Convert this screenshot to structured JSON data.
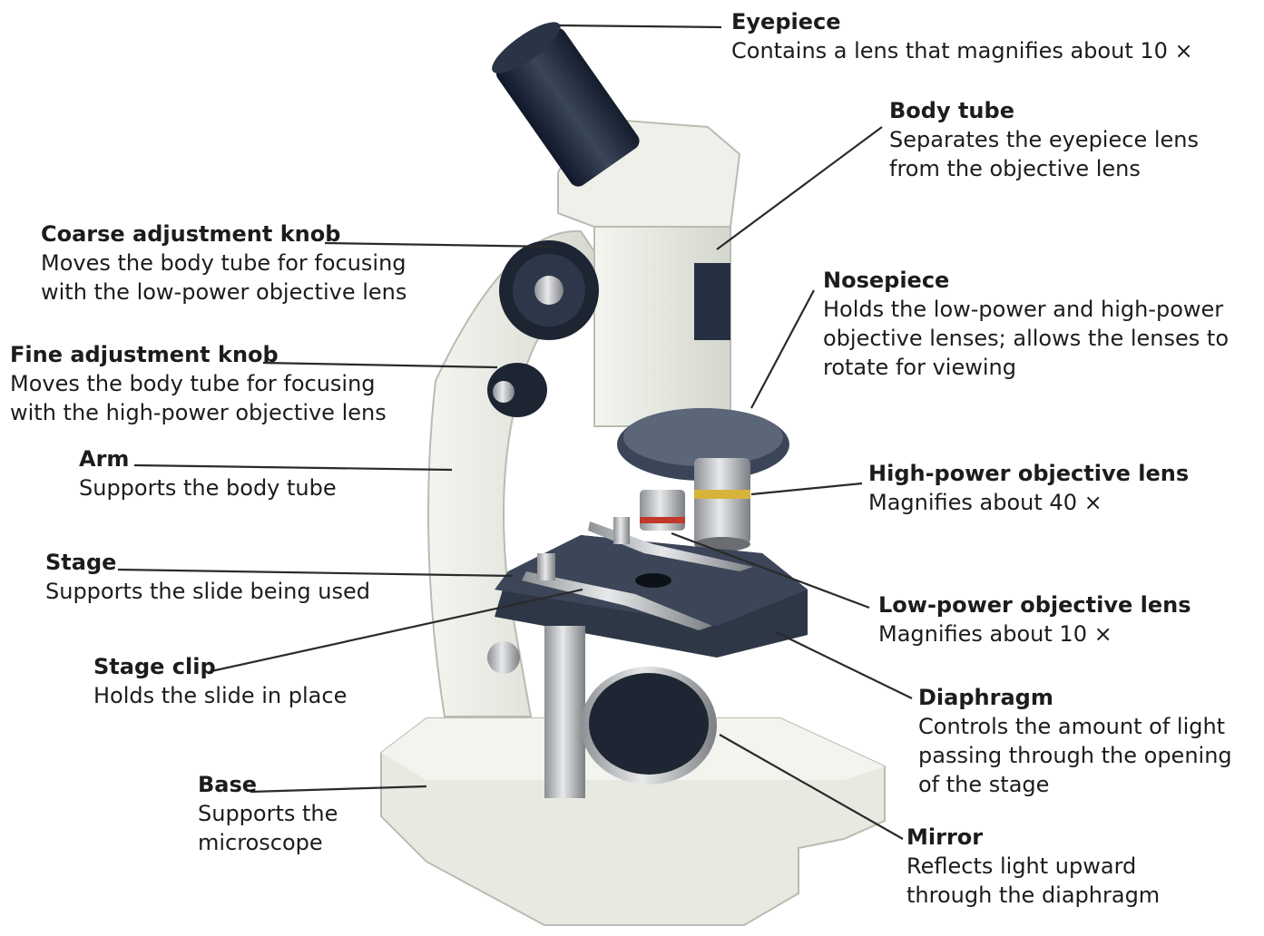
{
  "labels": {
    "eyepiece": {
      "title": "Eyepiece",
      "desc": [
        "Contains a lens that magnifies about 10 ×"
      ]
    },
    "body_tube": {
      "title": "Body tube",
      "desc": [
        "Separates the eyepiece lens",
        "from the objective lens"
      ]
    },
    "coarse": {
      "title": "Coarse adjustment knob",
      "desc": [
        "Moves the body tube for focusing",
        "with the low-power objective lens"
      ]
    },
    "nosepiece": {
      "title": "Nosepiece",
      "desc": [
        "Holds the low-power and high-power",
        "objective lenses; allows the lenses to",
        "rotate for viewing"
      ]
    },
    "fine": {
      "title": "Fine adjustment knob",
      "desc": [
        "Moves the body tube for focusing",
        "with the high-power objective lens"
      ]
    },
    "arm": {
      "title": "Arm",
      "desc": [
        "Supports the body tube"
      ]
    },
    "high_power": {
      "title": "High-power objective lens",
      "desc": [
        "Magnifies about 40 ×"
      ]
    },
    "stage": {
      "title": "Stage",
      "desc": [
        "Supports the slide being used"
      ]
    },
    "low_power": {
      "title": "Low-power objective lens",
      "desc": [
        "Magnifies about 10 ×"
      ]
    },
    "stage_clip": {
      "title": "Stage clip",
      "desc": [
        "Holds the slide in place"
      ]
    },
    "diaphragm": {
      "title": "Diaphragm",
      "desc": [
        "Controls the amount of light",
        "passing through the opening",
        "of the stage"
      ]
    },
    "base": {
      "title": "Base",
      "desc": [
        "Supports the",
        "microscope"
      ]
    },
    "mirror": {
      "title": "Mirror",
      "desc": [
        "Reflects light upward",
        "through the diaphragm"
      ]
    }
  },
  "colors": {
    "body": "#e9ebe3",
    "body_shade": "#c9ccc2",
    "stage": "#2e3746",
    "eyepiece": "#1f2a3a",
    "metal": "#b9bcbf",
    "leader": "#2a2a2a"
  }
}
